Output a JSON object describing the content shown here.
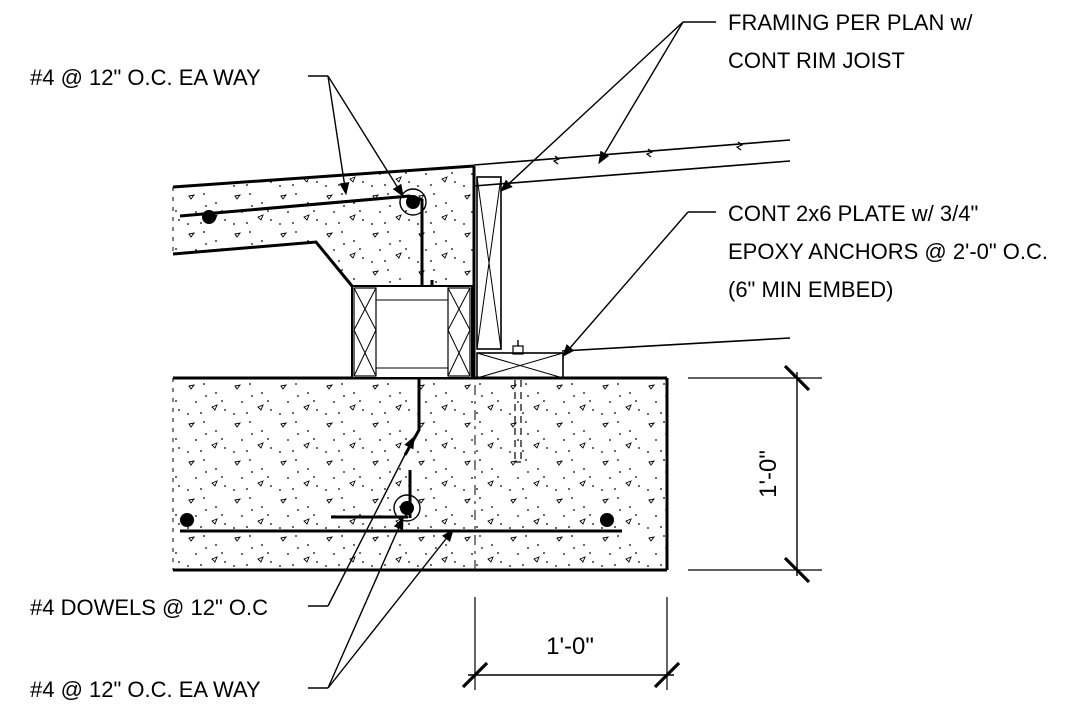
{
  "labels": {
    "framing_line1": "FRAMING PER PLAN w/",
    "framing_line2": "CONT RIM JOIST",
    "plate_line1": "CONT 2x6 PLATE w/ 3/4\"",
    "plate_line2": "EPOXY ANCHORS @ 2'-0\" O.C.",
    "plate_line3": "(6\" MIN EMBED)",
    "top_rebar": "#4 @ 12\" O.C. EA WAY",
    "dowels": "#4 DOWELS @ 12\" O.C",
    "bottom_rebar": "#4 @ 12\" O.C. EA WAY"
  },
  "dimensions": {
    "vertical": "1'-0\"",
    "horizontal": "1'-0\""
  }
}
